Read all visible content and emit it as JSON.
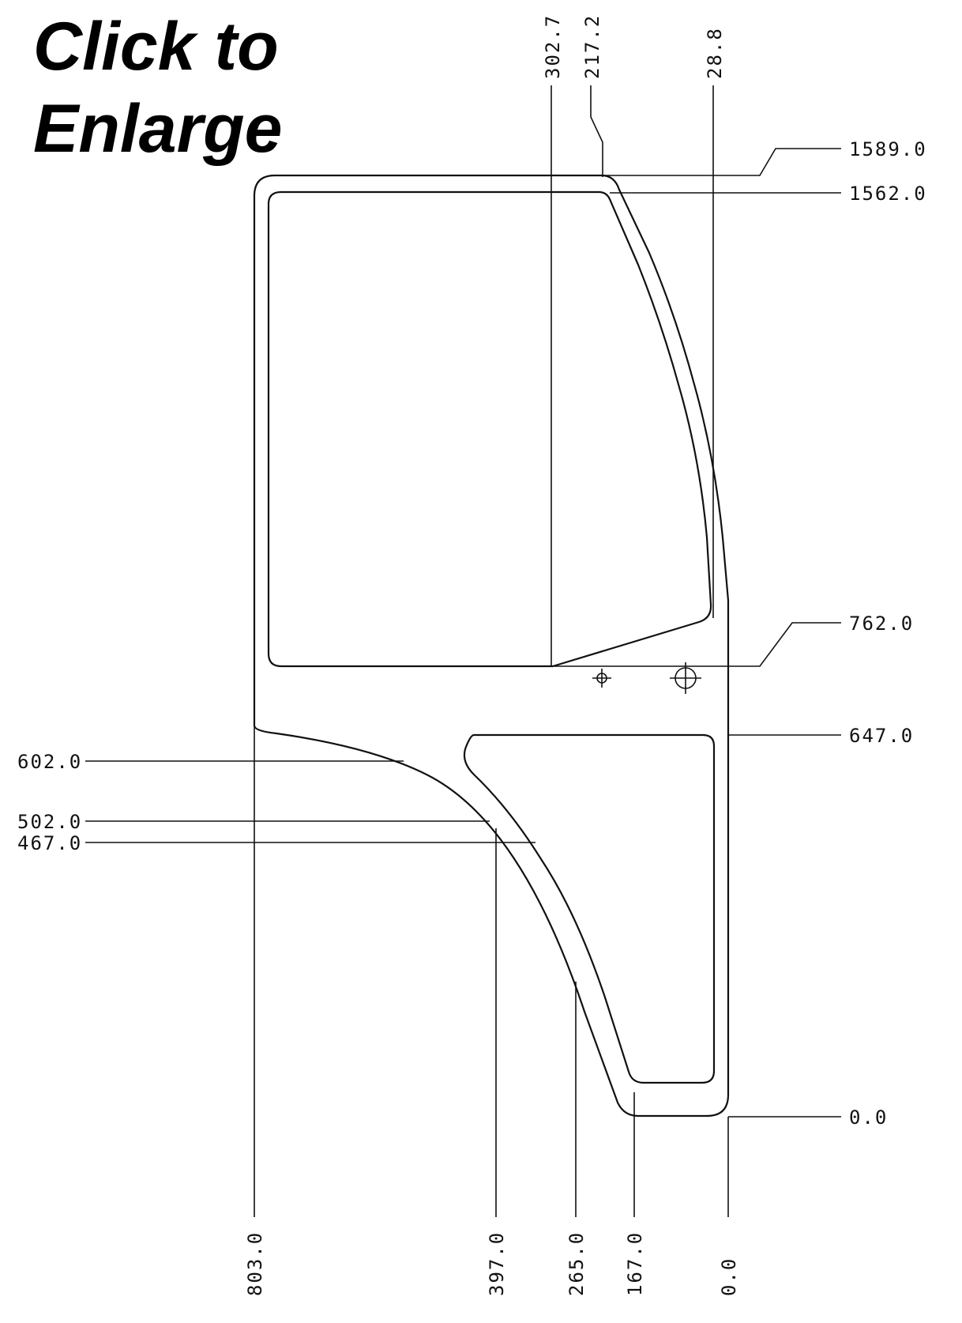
{
  "caption": {
    "line1": "Click to",
    "line2": "Enlarge"
  },
  "dimensions": {
    "top": [
      "302.7",
      "217.2",
      "28.8"
    ],
    "right": [
      "1589.0",
      "1562.0",
      "762.0",
      "647.0",
      "0.0"
    ],
    "left": [
      "602.0",
      "502.0",
      "467.0"
    ],
    "bottom": [
      "803.0",
      "397.0",
      "265.0",
      "167.0",
      "0.0"
    ]
  },
  "colors": {
    "ink": "#111111",
    "background": "#ffffff"
  }
}
